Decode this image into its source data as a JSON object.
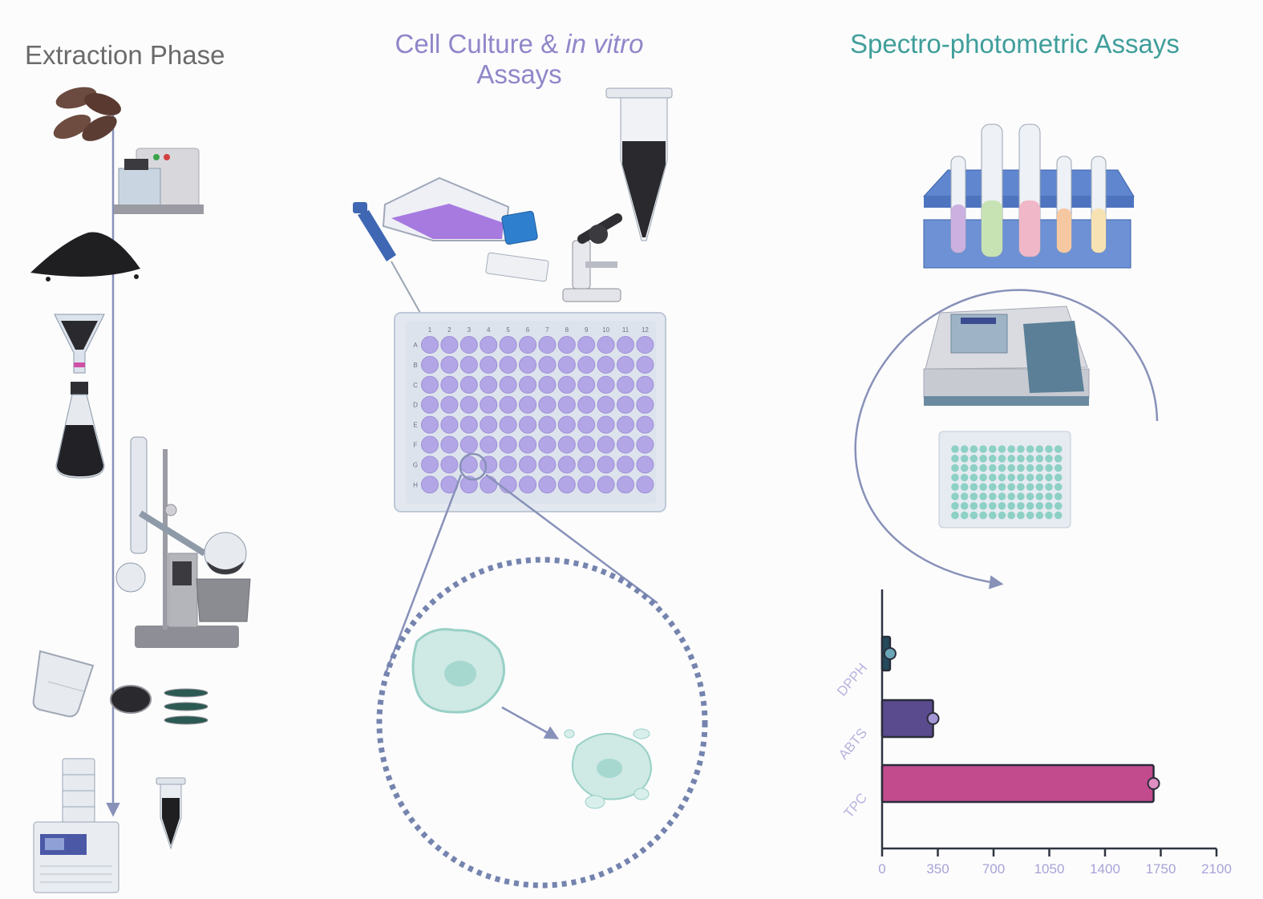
{
  "headings": {
    "extraction": "Extraction Phase",
    "cell_culture_pre": "Cell Culture & ",
    "cell_culture_italic": "in vitro",
    "cell_culture_line2": "Assays",
    "spectro": "Spectro-photometric Assays"
  },
  "plate": {
    "columns": [
      "1",
      "2",
      "3",
      "4",
      "5",
      "6",
      "7",
      "8",
      "9",
      "10",
      "11",
      "12"
    ],
    "rows": [
      "A",
      "B",
      "C",
      "D",
      "E",
      "F",
      "G",
      "H"
    ],
    "well_color": "#b3a6e6",
    "small_plate_well_color": "#8dd0c6"
  },
  "icons": [
    "seeds-icon",
    "grinder-icon",
    "powder-pile-icon",
    "funnel-flask-icon",
    "rotary-evaporator-icon",
    "beaker-icon",
    "petri-dish-icon",
    "freeze-dryer-icon",
    "tube-icon",
    "pipette-icon",
    "culture-flask-icon",
    "hemocytometer-icon",
    "microscope-icon",
    "test-tube-rack-icon",
    "spectrophotometer-icon",
    "cell-icon",
    "apoptotic-cell-icon"
  ],
  "colors": {
    "extraction_heading": "#6b6b6b",
    "cell_heading": "#8f87c9",
    "spectro_heading": "#3f9e9a",
    "flow_arrow": "#8891b8"
  },
  "chart_data": {
    "type": "bar",
    "orientation": "horizontal",
    "categories": [
      "DPPH",
      "ABTS",
      "TPC"
    ],
    "values": [
      50,
      320,
      1705
    ],
    "errors": [
      20,
      20,
      20
    ],
    "bar_colors": [
      "#244a5c",
      "#5a4a8e",
      "#c24b8e"
    ],
    "point_colors": [
      "#6aa6b8",
      "#a597d6",
      "#e08fc3"
    ],
    "xlim": [
      0,
      2100
    ],
    "xticks": [
      "0",
      "350",
      "700",
      "1050",
      "1400",
      "1750",
      "2100"
    ],
    "grid": false
  }
}
